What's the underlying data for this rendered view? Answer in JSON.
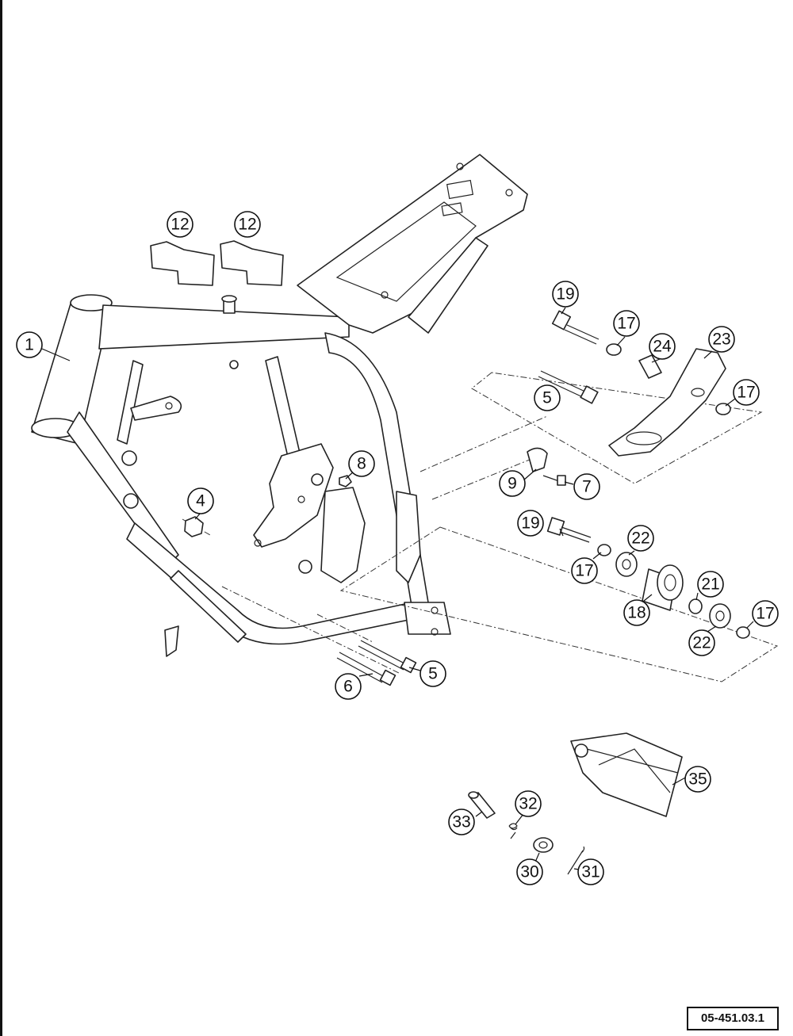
{
  "callouts": {
    "c1": "1",
    "c12a": "12",
    "c12b": "12",
    "c4": "4",
    "c5a": "5",
    "c5b": "5",
    "c6": "6",
    "c7": "7",
    "c8": "8",
    "c9": "9",
    "c17a": "17",
    "c17b": "17",
    "c17c": "17",
    "c17d": "17",
    "c18": "18",
    "c19a": "19",
    "c19b": "19",
    "c21": "21",
    "c22a": "22",
    "c22b": "22",
    "c23": "23",
    "c24": "24",
    "c30": "30",
    "c31": "31",
    "c32": "32",
    "c33": "33",
    "c35": "35"
  },
  "reference_code": "05-451.03.1"
}
